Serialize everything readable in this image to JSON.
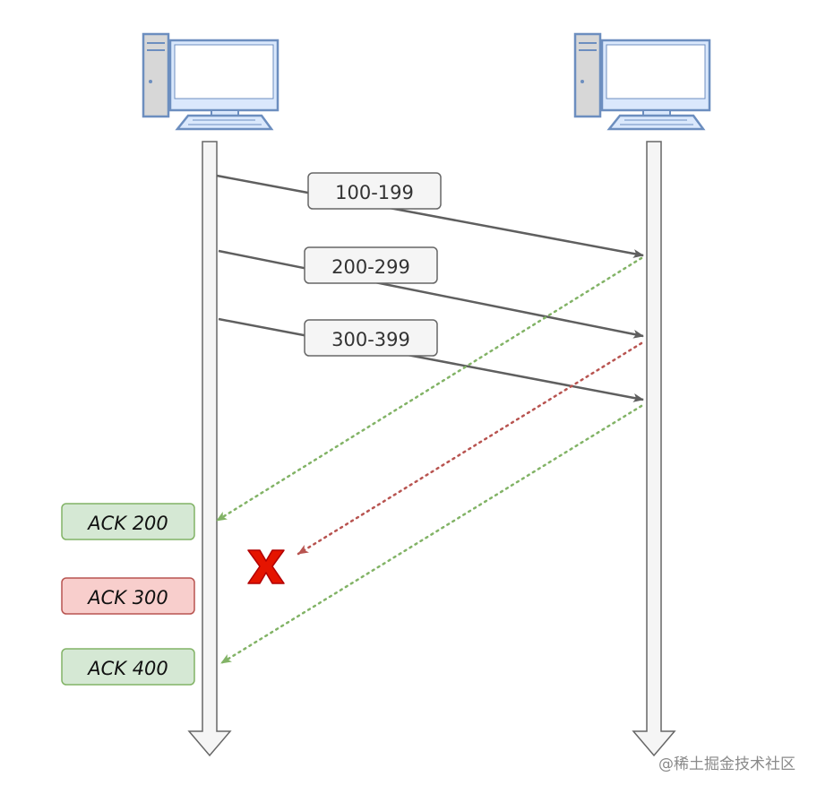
{
  "segments": [
    {
      "label": "100-199"
    },
    {
      "label": "200-299"
    },
    {
      "label": "300-399"
    }
  ],
  "acks": [
    {
      "label": "ACK 200",
      "status": "received",
      "fill": "#d5e8d4",
      "stroke": "#82b366"
    },
    {
      "label": "ACK 300",
      "status": "lost",
      "fill": "#f8cecc",
      "stroke": "#b85450"
    },
    {
      "label": "ACK 400",
      "status": "received",
      "fill": "#d5e8d4",
      "stroke": "#82b366"
    }
  ],
  "colors": {
    "segment_arrow": "#5f5f5f",
    "ack_ok": "#82b366",
    "ack_lost": "#b85450",
    "lost_mark": "#e51400",
    "computer_fill": "#dae8fc",
    "computer_stroke": "#6c8ebf",
    "timeline_fill": "#f5f5f5",
    "timeline_stroke": "#666666"
  },
  "icons": {
    "computer": "desktop-computer-icon",
    "lost_mark": "x-mark-icon"
  },
  "watermark": "@稀土掘金技术社区"
}
